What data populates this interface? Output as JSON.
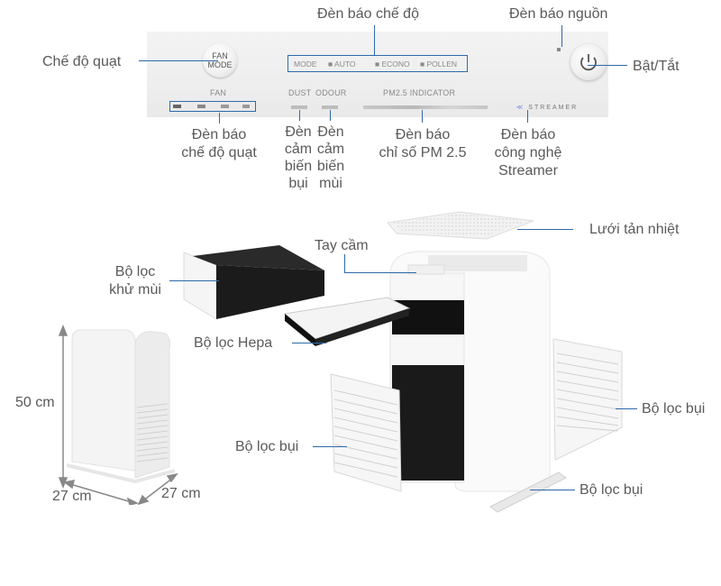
{
  "panel": {
    "fan_mode_button": "FAN\nMODE",
    "fan_label": "FAN",
    "mode_label": "MODE",
    "modes": [
      "AUTO",
      "ECONO",
      "POLLEN"
    ],
    "dust_label": "DUST",
    "odour_label": "ODOUR",
    "pm25_label": "PM2.5  INDICATOR",
    "streamer_label": "STREAMER"
  },
  "callouts": {
    "mode_indicator": "Đèn báo chế độ",
    "power_indicator": "Đèn báo nguồn",
    "fan_mode": "Chế độ quạt",
    "power_button": "Bật/Tắt",
    "fan_indicator": [
      "Đèn báo",
      "chế độ quạt"
    ],
    "dust_sensor": [
      "Đèn",
      "cảm",
      "biến",
      "bụi"
    ],
    "odour_sensor": [
      "Đèn",
      "cảm",
      "biến",
      "mùi"
    ],
    "pm25_indicator": [
      "Đèn báo",
      "chỉ số PM 2.5"
    ],
    "streamer_indicator": [
      "Đèn báo",
      "công nghệ",
      "Streamer"
    ],
    "heat_grille": "Lưới tản nhiệt",
    "handle": "Tay cầm",
    "deodorizing_filter": [
      "Bộ lọc",
      "khử mùi"
    ],
    "hepa_filter": "Bộ lọc Hepa",
    "dust_filter_left": "Bộ lọc bụi",
    "dust_filter_right": "Bộ lọc bụi",
    "dust_filter_bottom": "Bộ lọc bụi"
  },
  "dimensions": {
    "height": "50 cm",
    "width": "27 cm",
    "depth": "27 cm"
  },
  "colors": {
    "callout_line": "#2f6aa8",
    "label_text": "#5a5a5a"
  }
}
